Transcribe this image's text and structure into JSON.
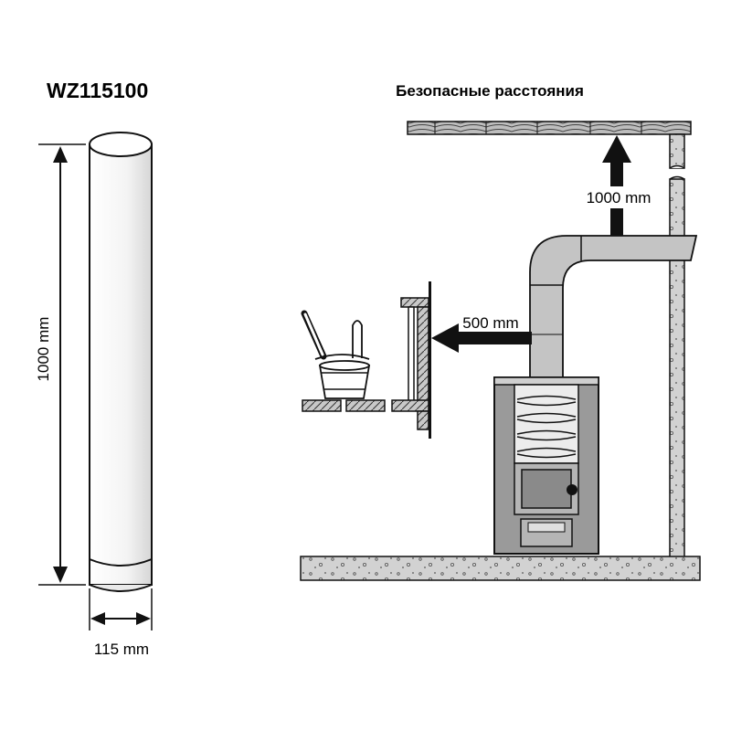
{
  "product": {
    "model": "WZ115100",
    "length_label": "1000 mm",
    "diameter_label": "115 mm"
  },
  "clearances": {
    "title": "Безопасные расстояния",
    "ceiling_label": "1000 mm",
    "side_label": "500 mm"
  },
  "icons": [
    "pipe",
    "ceiling",
    "wall",
    "floor",
    "sauna-stove",
    "bucket-ladle",
    "bench",
    "arrow"
  ]
}
